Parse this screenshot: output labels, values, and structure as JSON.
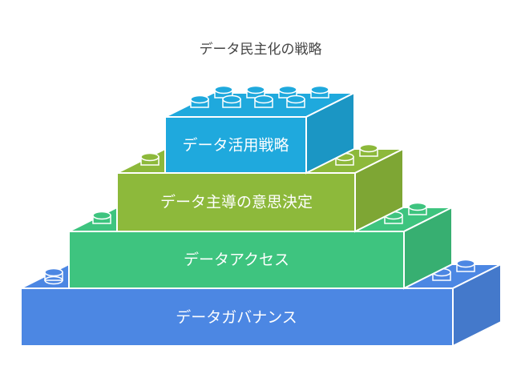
{
  "title": "データ民主化の戦略",
  "layers": [
    {
      "label": "データ活用戦略",
      "colors": {
        "front": "#1FA9DD",
        "top": "#1FA9DD",
        "side": "#1B96C4"
      }
    },
    {
      "label": "データ主導の意思決定",
      "colors": {
        "front": "#8DB93B",
        "top": "#8DB93B",
        "side": "#7EA634"
      }
    },
    {
      "label": "データアクセス",
      "colors": {
        "front": "#3EC47F",
        "top": "#3EC47F",
        "side": "#37AF71"
      }
    },
    {
      "label": "データガバナンス",
      "colors": {
        "front": "#4C87E3",
        "top": "#4C87E3",
        "side": "#4479CB"
      }
    }
  ]
}
